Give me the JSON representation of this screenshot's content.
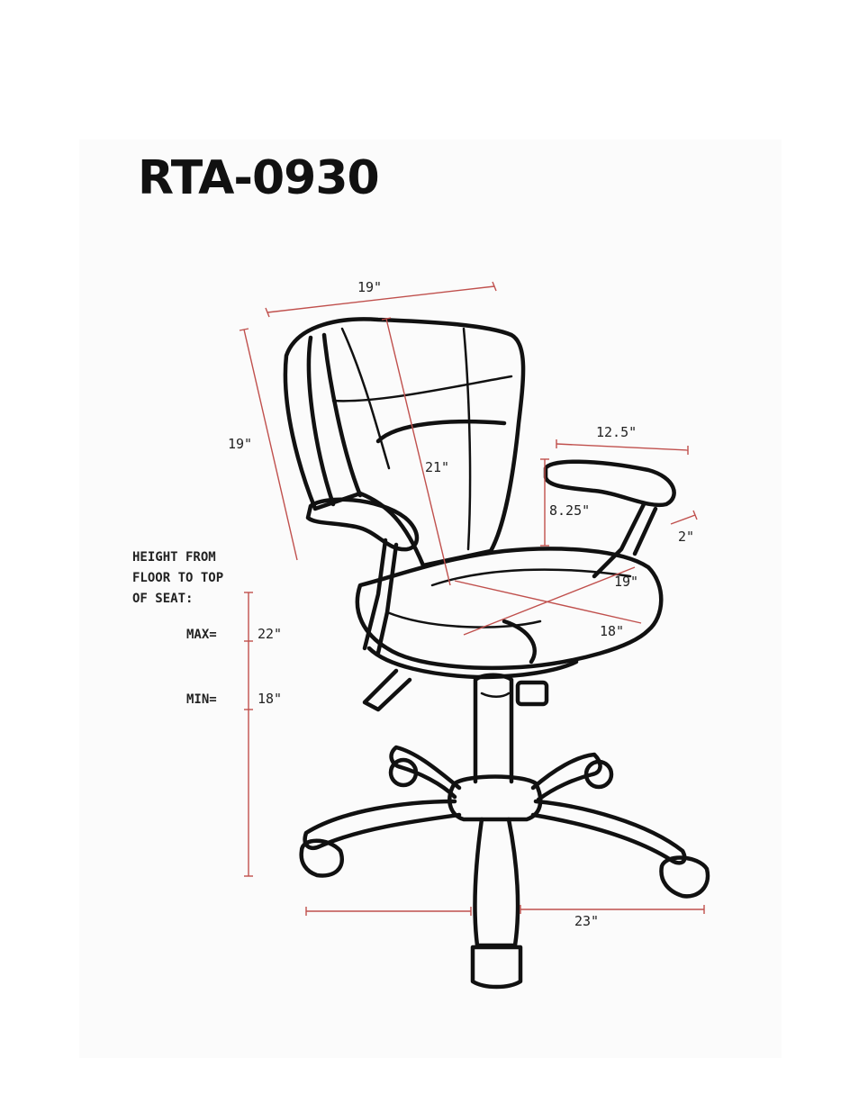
{
  "model_number": "RTA-0930",
  "height_note": {
    "line1": "HEIGHT FROM",
    "line2": "FLOOR TO TOP",
    "line3": "OF SEAT:",
    "max_label": "MAX=",
    "max_value": "22\"",
    "min_label": "MIN=",
    "min_value": "18\""
  },
  "dimensions": {
    "back_width": "19\"",
    "back_height": "19\"",
    "back_depth": "21\"",
    "arm_length": "12.5\"",
    "arm_height": "8.25\"",
    "arm_width": "2\"",
    "seat_width": "19\"",
    "seat_depth": "18\"",
    "base_diameter": "23\""
  },
  "colors": {
    "dimension_line": "#c0504d",
    "ink": "#111111"
  }
}
